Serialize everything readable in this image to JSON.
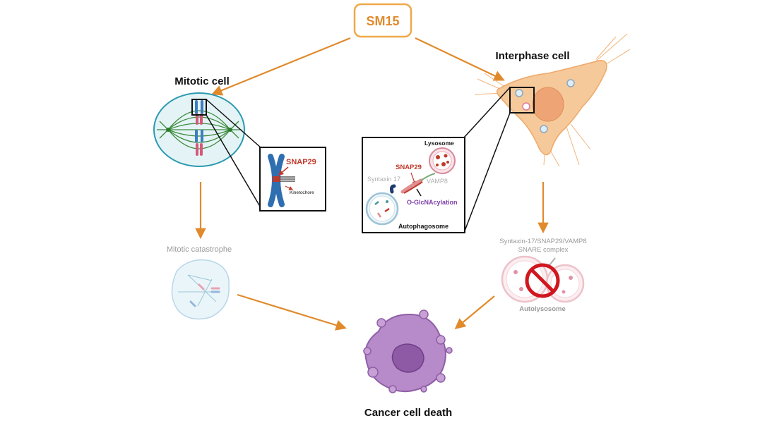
{
  "top_node": {
    "label": "SM15"
  },
  "mitotic": {
    "title": "Mitotic cell",
    "inset": {
      "protein": "SNAP29",
      "structure": "Kinetochore"
    },
    "outcome": "Mitotic catastrophe"
  },
  "interphase": {
    "title": "Interphase cell",
    "inset": {
      "lysosome": "Lysosome",
      "snap29": "SNAP29",
      "syntaxin": "Syntaxin 17",
      "vamp8": "VAMP8",
      "modification": "O-GlcNAcylation",
      "autophagosome": "Autophagosome"
    },
    "complex_line1": "Syntaxin-17/SNAP29/VAMP8",
    "complex_line2": "SNARE complex",
    "autolysosome": "Autolysosome"
  },
  "endpoint": {
    "label": "Cancer cell death"
  },
  "colors": {
    "arrow": "#e08a2c",
    "sm15_border": "#f0a848",
    "sm15_text": "#e08a2c",
    "snap29_red": "#c0392b",
    "glcnac_purple": "#7d3fa8",
    "muted_text": "#9a9a9a",
    "dead_cell": "#b78ac9",
    "interphase_cell": "#f6c99a"
  }
}
